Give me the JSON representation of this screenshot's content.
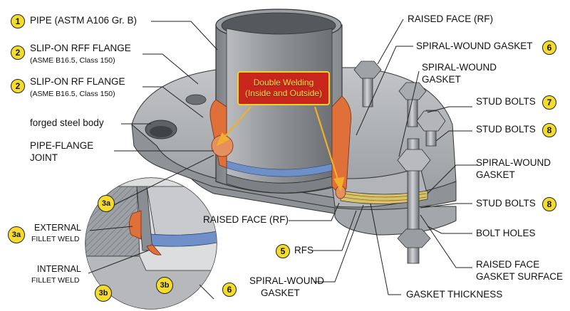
{
  "labels": {
    "pipe": "PIPE (ASTM A106 Gr. B)",
    "slipon_rff": "SLIP-ON RFF FLANGE",
    "slipon_rff_spec": "(ASME B16.5, Class 150)",
    "slipon_rf": "SLIP-ON RF FLANGE",
    "slipon_rf_spec": "(ASME B16.5, Class 150)",
    "forged_body": "forged steel body",
    "pipe_flange_joint_1": "PIPE-FLANGE",
    "pipe_flange_joint_2": "JOINT",
    "external_1": "EXTERNAL",
    "external_2": "FILLET WELD",
    "internal_1": "INTERNAL",
    "internal_2": "FILLET WELD",
    "raised_face_top": "RAISED FACE (RF)",
    "spiral_top": "SPIRAL-WOUND GASKET",
    "spiral_2a": "SPIRAL-WOUND",
    "spiral_2b": "GASKET",
    "stud_bolts_a": "STUD BOLTS",
    "stud_bolts_b": "STUD BOLTS",
    "spiral_3a": "SPIRAL-WOUND",
    "spiral_3b": "GASKET",
    "stud_bolts_c": "STUD BOLTS",
    "bolt_holes": "BOLT HOLES",
    "rfgs_1": "RAISED FACE",
    "rfgs_2": "GASKET SURFACE",
    "gasket_thickness": "GASKET THICKNESS",
    "raised_face_mid": "RAISED FACE (RF)",
    "rfs": "RFS",
    "spiral_bot_1": "SPIRAL-WOUND",
    "spiral_bot_2": "GASKET"
  },
  "badges": {
    "b1": "1",
    "b2a": "2",
    "b2b": "2",
    "b3a_top": "3a",
    "b3a_left": "3a",
    "b3b_left": "3b",
    "b3b_right": "3b",
    "b6_bottom": "6",
    "b6_top": "6",
    "b7": "7",
    "b8a": "8",
    "b8b": "8",
    "b5": "5"
  },
  "callout": {
    "line1": "Double Welding",
    "line2": "(Inside and Outside)"
  },
  "colors": {
    "badge": "#f5dc2a",
    "callout_bg": "#c8261c",
    "callout_text": "#f7e04b",
    "weld": "#e0703a",
    "steel": "#a9abae",
    "gasket_blue": "#6e8fc7"
  }
}
